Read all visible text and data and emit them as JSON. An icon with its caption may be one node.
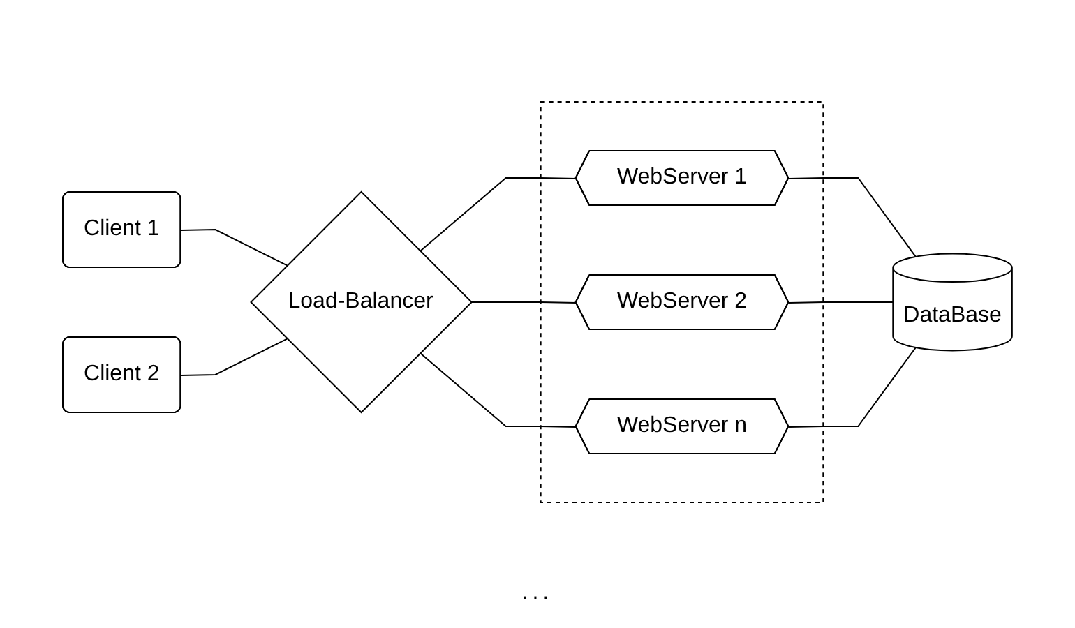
{
  "diagram": {
    "nodes": [
      {
        "text": [
          "Client 1"
        ]
      },
      {
        "text": [
          "Client 2"
        ]
      },
      {
        "text": [
          "Load-Balancer"
        ]
      },
      {
        "text": [],
        "shape": "box"
      },
      {
        "text": [
          "WebServer 1"
        ],
        "in": 3
      },
      {
        "text": [
          "WebServer 2"
        ],
        "in": 3
      },
      {
        "text": [
          "WebServer n"
        ],
        "in": 3
      },
      {
        "text": [
          "DataBase"
        ]
      }
    ],
    "edges": [
      {
        "from": 0,
        "to": 2,
        "arrow": "none"
      },
      {
        "from": 1,
        "to": 2,
        "arrow": "none"
      },
      {
        "from": 2,
        "to": 4,
        "arrow": "none"
      },
      {
        "from": 2,
        "to": 5,
        "arrow": "none"
      },
      {
        "from": 2,
        "to": 6,
        "arrow": "none"
      },
      {
        "from": 4,
        "to": 7,
        "arrow": "none"
      },
      {
        "from": 5,
        "to": 7,
        "arrow": "none"
      },
      {
        "from": 6,
        "to": 7,
        "arrow": "none"
      }
    ],
    "labels": [
      "..."
    ]
  }
}
